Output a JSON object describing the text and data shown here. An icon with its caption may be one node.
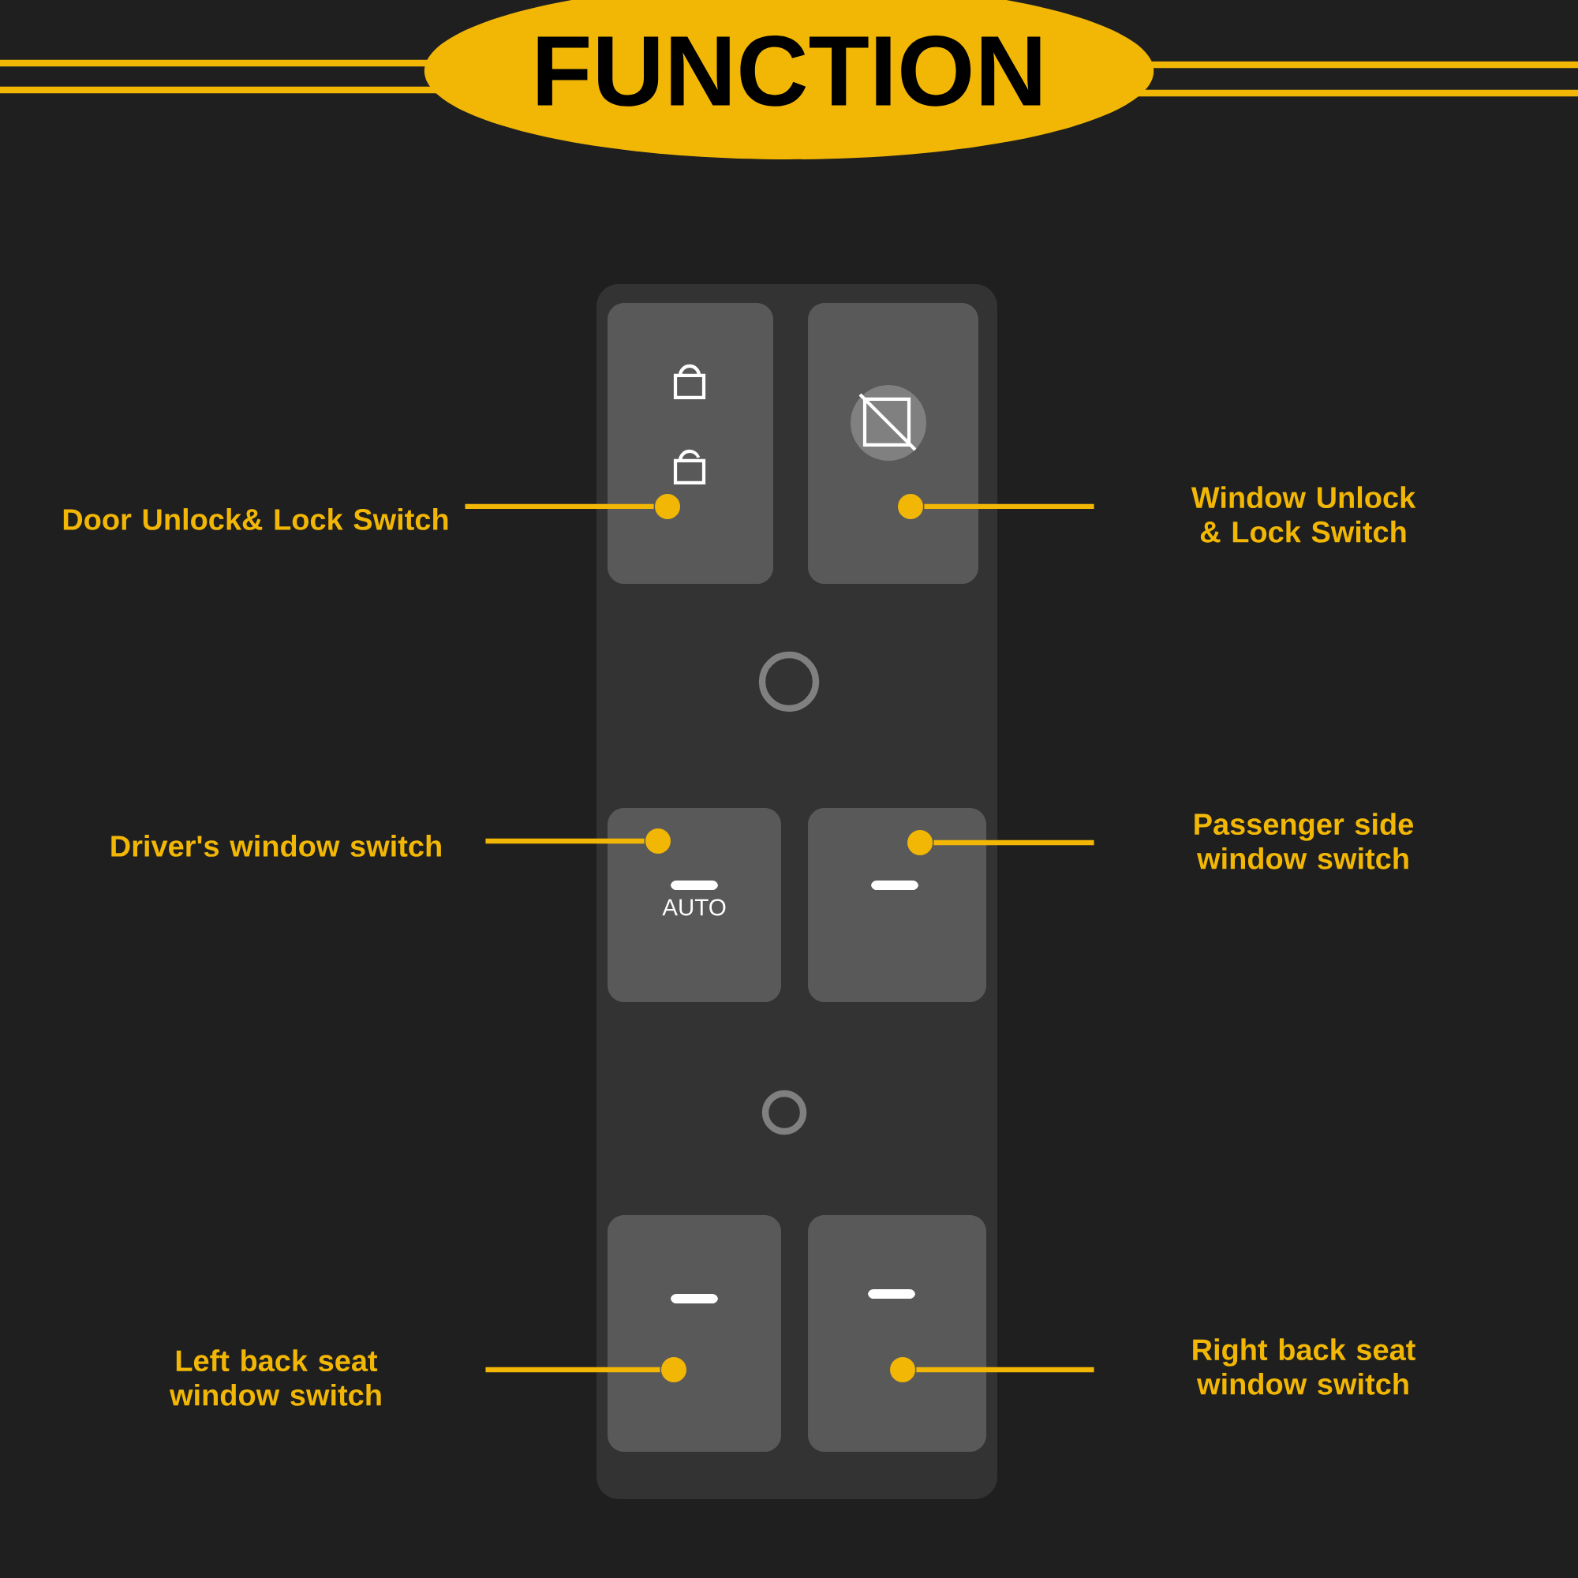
{
  "diagram": {
    "title": "FUNCTION",
    "nodes": [
      {
        "text": [
          "Door Unlock& Lock Switch"
        ]
      },
      {
        "text": [
          "Window Unlock & Lock Switch"
        ]
      },
      {
        "text": [
          "Driver's window switch"
        ]
      },
      {
        "text": [
          "Passenger side window switch"
        ]
      },
      {
        "text": [
          "Left back seat window switch"
        ]
      },
      {
        "text": [
          "Right back seat window switch"
        ]
      },
      {
        "text": [],
        "shape": "circle"
      },
      {
        "text": [],
        "shape": "circle"
      },
      {
        "text": [],
        "shape": "circle"
      },
      {
        "text": [],
        "shape": "circle"
      },
      {
        "text": [],
        "shape": "circle"
      },
      {
        "text": [],
        "shape": "circle"
      }
    ],
    "edges": [
      {
        "from": 0,
        "to": 6,
        "arrow": "none"
      },
      {
        "from": 1,
        "to": 7,
        "arrow": "none"
      },
      {
        "from": 2,
        "to": 8,
        "arrow": "none"
      },
      {
        "from": 3,
        "to": 9,
        "arrow": "none"
      },
      {
        "from": 4,
        "to": 10,
        "arrow": "none"
      },
      {
        "from": 5,
        "to": 11,
        "arrow": "none"
      }
    ],
    "labels": [
      "AUTO"
    ]
  }
}
